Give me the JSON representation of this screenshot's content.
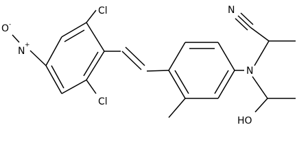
{
  "molecule": {
    "atoms": {
      "cl_top": "Cl",
      "cl_bottom": "Cl",
      "o_minus": "O",
      "o_minus_charge": "-",
      "n_plus": "N",
      "n_plus_charge": "+",
      "nitrile_n": "N",
      "amine_n": "N",
      "hydroxyl": "HO"
    }
  }
}
